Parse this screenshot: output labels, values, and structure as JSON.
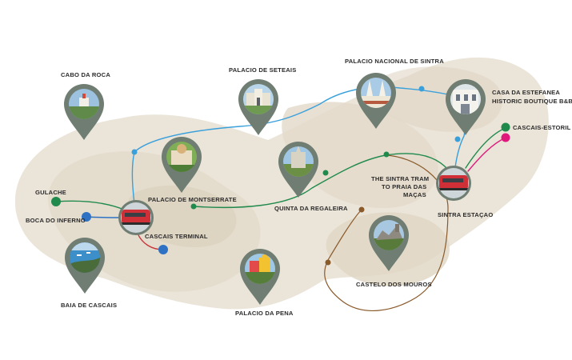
{
  "colors": {
    "pin": "#6f7d72",
    "blue": "#3aa0dc",
    "blue_dark": "#2f72c4",
    "green": "#1f8a4c",
    "magenta": "#e0187c",
    "red": "#c8343a",
    "brown": "#8a5a2b",
    "land": "#e8e0d3"
  },
  "places": {
    "cabo_da_roca": "CABO DA ROCA",
    "palacio_de_seteais": "PALACIO DE SETEAIS",
    "palacio_nacional_de_sintra": "PALACIO NACIONAL DE SINTRA",
    "casa_da_estefanea_line1": "CASA DA ESTEFANEA",
    "casa_da_estefanea_line2": "HISTORIC BOUTIQUE B&B",
    "cascais_estoril": "CASCAIS-ESTORIL",
    "gulache": "GULACHE",
    "boca_do_inferno": "BOCA DO INFERNO",
    "palacio_de_montserrate": "PALACIO DE MONTSERRATE",
    "quinta_da_regaleira": "QUINTA DA REGALEIRA",
    "sintra_tram_line1": "THE SINTRA TRAM",
    "sintra_tram_line2": "TO PRAIA DAS",
    "sintra_tram_line3": "MAÇAS",
    "sintra_estacao": "SINTRA ESTAÇAO",
    "cascais_terminal": "CASCAIS TERMINAL",
    "baia_de_cascais": "BAIA DE CASCAIS",
    "castelo_dos_mouros": "CASTELO DOS MOUROS",
    "palacio_da_pena": "PALACIO DA PENA"
  },
  "icons": {
    "pin": "map-pin-icon",
    "train": "train-icon"
  }
}
